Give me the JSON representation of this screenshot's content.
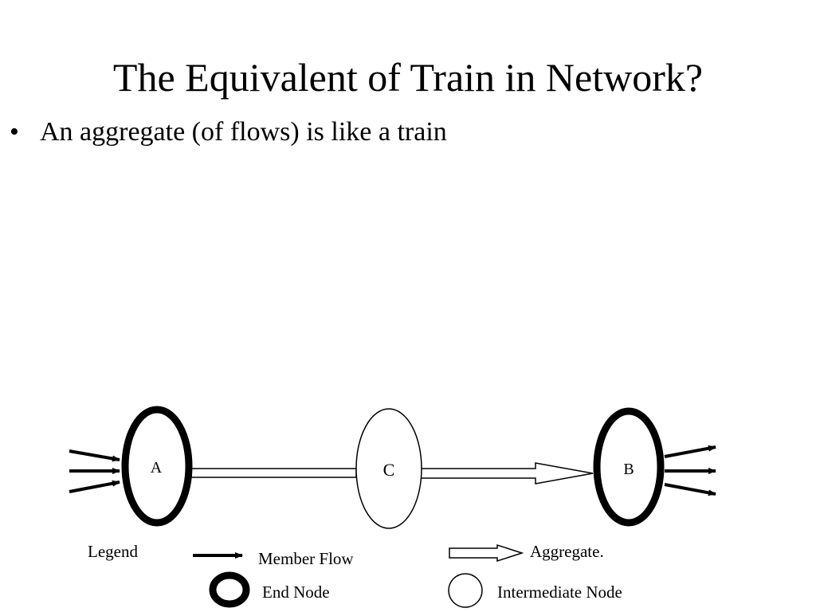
{
  "slide": {
    "title": "The Equivalent of Train in Network?",
    "bullets": [
      {
        "symbol": "•",
        "text": "An aggregate (of flows) is like a train"
      }
    ]
  },
  "diagram": {
    "nodes": {
      "a": "A",
      "b": "B",
      "c": "C"
    },
    "legend": {
      "title": "Legend",
      "member_flow": "Member Flow",
      "aggregate": "Aggregate.",
      "end_node": "End Node",
      "intermediate_node": "Intermediate Node"
    }
  }
}
